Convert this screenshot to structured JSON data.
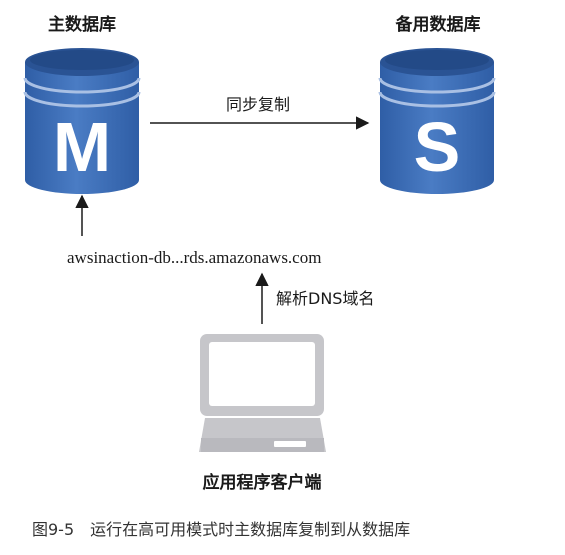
{
  "primary_db": {
    "title": "主数据库",
    "letter": "M"
  },
  "standby_db": {
    "title": "备用数据库",
    "letter": "S"
  },
  "replication": {
    "label": "同步复制"
  },
  "endpoint": {
    "hostname": "awsinaction-db...rds.amazonaws.com"
  },
  "dns_resolution": {
    "label": "解析DNS域名"
  },
  "client": {
    "label": "应用程序客户端",
    "icon": "computer-icon"
  },
  "figure": {
    "caption": "图9-5　运行在高可用模式时主数据库复制到从数据库"
  },
  "colors": {
    "db_body": "#3f6fb6",
    "db_top": "#2c5596",
    "db_band": "#9fb8df",
    "computer": "#c8c8cc"
  }
}
